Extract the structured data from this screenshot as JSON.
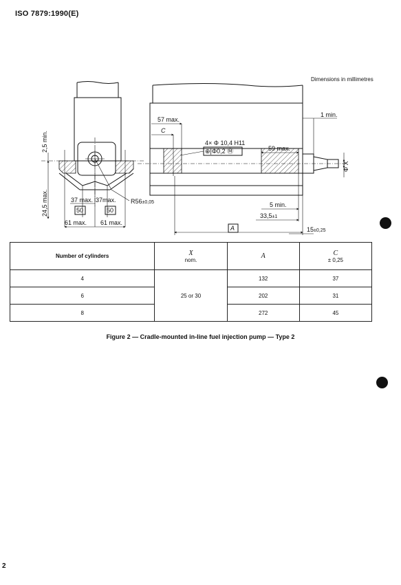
{
  "header": {
    "doc_id": "ISO 7879:1990(E)"
  },
  "drawing": {
    "dimensions_note": "Dimensions in millimetres",
    "labels": {
      "min_2_5": "2,5 min.",
      "max_24_5": "24,5 max.",
      "max_37_left": "37 max.",
      "max_37_right": "37max.",
      "box_50_left": "50",
      "box_50_right": "50",
      "max_61_left": "61 max.",
      "max_61_right": "61 max.",
      "radius": "R56",
      "radius_tol": "±0,05",
      "max_57": "57 max.",
      "c_label": "C",
      "hole_spec": "4× Φ 10,4 H11",
      "position_tol": "⊕|Φ0,2 Ⓜ",
      "max_59": "59 max.",
      "min_1": "1 min.",
      "min_5": "5 min.",
      "dim_33_5": "33,5",
      "dim_33_5_tol": "±1",
      "box_a": "A",
      "dim_15": "15",
      "dim_15_tol": "±0,25",
      "phi_x": "Φ X"
    }
  },
  "table": {
    "headers": {
      "cylinders": "Number of cylinders",
      "x_symbol": "X",
      "x_sub": "nom.",
      "a_symbol": "A",
      "c_symbol": "C",
      "c_sub": "± 0,25"
    },
    "x_value": "25 or 30",
    "rows": [
      {
        "cylinders": "4",
        "a": "132",
        "c": "37"
      },
      {
        "cylinders": "6",
        "a": "202",
        "c": "31"
      },
      {
        "cylinders": "8",
        "a": "272",
        "c": "45"
      }
    ]
  },
  "caption": "Figure 2 — Cradle-mounted in-line fuel injection pump — Type 2",
  "page_number": "2"
}
